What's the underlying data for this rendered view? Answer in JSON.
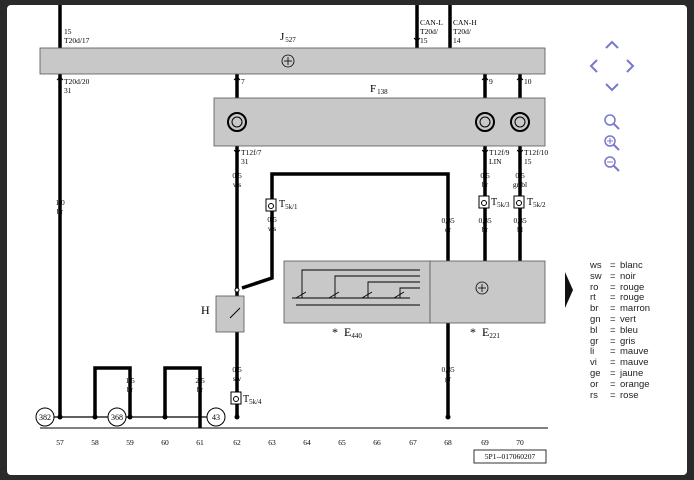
{
  "colors": {
    "component": "#c8c8c8",
    "wire": "#000000",
    "nav": "#7777cc",
    "background": "#ffffff"
  },
  "components": {
    "j527": {
      "prefix": "J",
      "sub": "527"
    },
    "f138": {
      "prefix": "F",
      "sub": "138"
    },
    "h": {
      "label": "H"
    },
    "e440": {
      "star": "*",
      "prefix": "E",
      "sub": "440"
    },
    "e221": {
      "star": "*",
      "prefix": "E",
      "sub": "221"
    }
  },
  "connectors": {
    "top_left": {
      "pin": "15",
      "name": "T20d/17"
    },
    "can_l": {
      "name": "CAN-L",
      "conn": "T20d/",
      "pin": "15"
    },
    "can_h": {
      "name": "CAN-H",
      "conn": "T20d/",
      "pin": "14"
    },
    "j527_low": {
      "name": "T20d/20",
      "pin": "31"
    },
    "f_pin7": "7",
    "f_pin9": "9",
    "f_pin10": "10",
    "t12f7": {
      "name": "T12f/7",
      "pin": "31"
    },
    "t12f9": {
      "name": "T12f/9",
      "pin": "LIN"
    },
    "t12f10": {
      "name": "T12f/10",
      "pin": "15"
    },
    "t5k1": {
      "prefix": "T",
      "sub": "5k/1"
    },
    "t5k3": {
      "prefix": "T",
      "sub": "5k/3"
    },
    "t5k2": {
      "prefix": "T",
      "sub": "5k/2"
    },
    "t5k4": {
      "prefix": "T",
      "sub": "5k/4"
    }
  },
  "wires": {
    "w_ws_top": {
      "size": "0,5",
      "color": "ws"
    },
    "w_ws_t5k1": {
      "size": "0,5",
      "color": "ws"
    },
    "w_br_f9": {
      "size": "0,5",
      "color": "br"
    },
    "w_grbl_f10": {
      "size": "0,5",
      "color": "gr/bl"
    },
    "w_or": {
      "size": "0,35",
      "color": "or"
    },
    "w_br_e221": {
      "size": "0,35",
      "color": "br"
    },
    "w_bl_e221": {
      "size": "0,35",
      "color": "bl"
    },
    "w_10br": {
      "size": "1,0",
      "color": "br"
    },
    "w_15br": {
      "size": "1,5",
      "color": "br"
    },
    "w_25br": {
      "size": "2,5",
      "color": "br"
    },
    "w_sw": {
      "size": "0,5",
      "color": "sw"
    },
    "w_gr": {
      "size": "0,35",
      "color": "gr"
    }
  },
  "ground_points": [
    "382",
    "368",
    "43"
  ],
  "track_numbers": [
    "57",
    "58",
    "59",
    "60",
    "61",
    "62",
    "63",
    "64",
    "65",
    "66",
    "67",
    "68",
    "69",
    "70"
  ],
  "figure_id": "5P1--017060207",
  "legend": [
    {
      "code": "ws",
      "eq": "=",
      "name": "blanc"
    },
    {
      "code": "sw",
      "eq": "=",
      "name": "noir"
    },
    {
      "code": "ro",
      "eq": "=",
      "name": "rouge"
    },
    {
      "code": "rt",
      "eq": "=",
      "name": "rouge"
    },
    {
      "code": "br",
      "eq": "=",
      "name": "marron"
    },
    {
      "code": "gn",
      "eq": "=",
      "name": "vert"
    },
    {
      "code": "bl",
      "eq": "=",
      "name": "bleu"
    },
    {
      "code": "gr",
      "eq": "=",
      "name": "gris"
    },
    {
      "code": "li",
      "eq": "=",
      "name": "mauve"
    },
    {
      "code": "vi",
      "eq": "=",
      "name": "mauve"
    },
    {
      "code": "ge",
      "eq": "=",
      "name": "jaune"
    },
    {
      "code": "or",
      "eq": "=",
      "name": "orange"
    },
    {
      "code": "rs",
      "eq": "=",
      "name": "rose"
    }
  ],
  "nav_icons": [
    "arrow-up-icon",
    "arrow-left-icon",
    "arrow-right-icon",
    "arrow-down-icon",
    "zoom-search-icon",
    "zoom-in-icon",
    "zoom-out-icon",
    "next-page-icon"
  ]
}
